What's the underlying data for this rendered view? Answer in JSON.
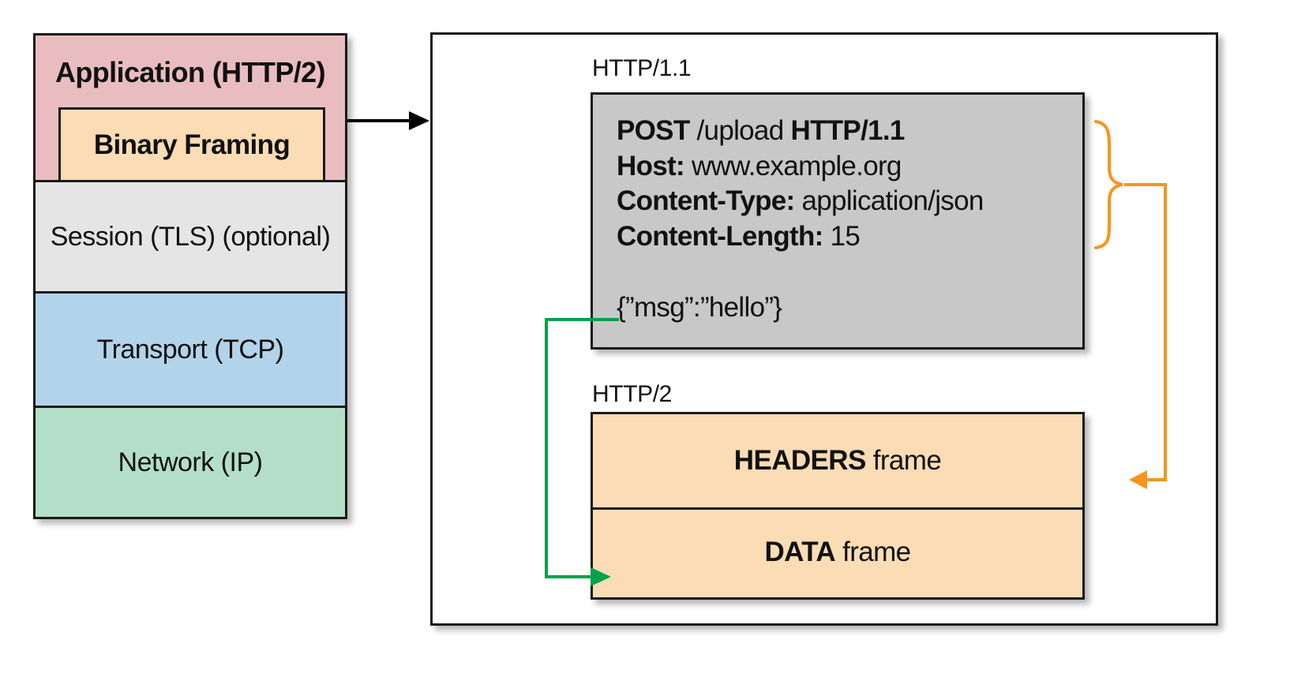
{
  "stack": {
    "application": "Application (HTTP/2)",
    "binary_framing": "Binary Framing",
    "session": "Session (TLS) (optional)",
    "transport": "Transport (TCP)",
    "network": "Network (IP)"
  },
  "http11": {
    "caption": "HTTP/1.1",
    "request": {
      "method": "POST",
      "path": "/upload",
      "version": "HTTP/1.1",
      "headers": [
        {
          "name": "Host:",
          "value": "www.example.org"
        },
        {
          "name": "Content-Type:",
          "value": "application/json"
        },
        {
          "name": "Content-Length:",
          "value": "15"
        }
      ],
      "body": "{”msg”:”hello”}"
    }
  },
  "http2": {
    "caption": "HTTP/2",
    "headers_frame": {
      "bold": "HEADERS",
      "rest": "frame"
    },
    "data_frame": {
      "bold": "DATA",
      "rest": "frame"
    }
  },
  "colors": {
    "application": "#e9bdc0",
    "binary_framing": "#fbdcb4",
    "session": "#e5e5e5",
    "transport": "#b2d4ea",
    "network": "#b3dfc8",
    "http11_box": "#c8c8c8",
    "frame": "#fbdcb4",
    "headers_connector": "#f7941d",
    "data_connector": "#00a14b"
  }
}
